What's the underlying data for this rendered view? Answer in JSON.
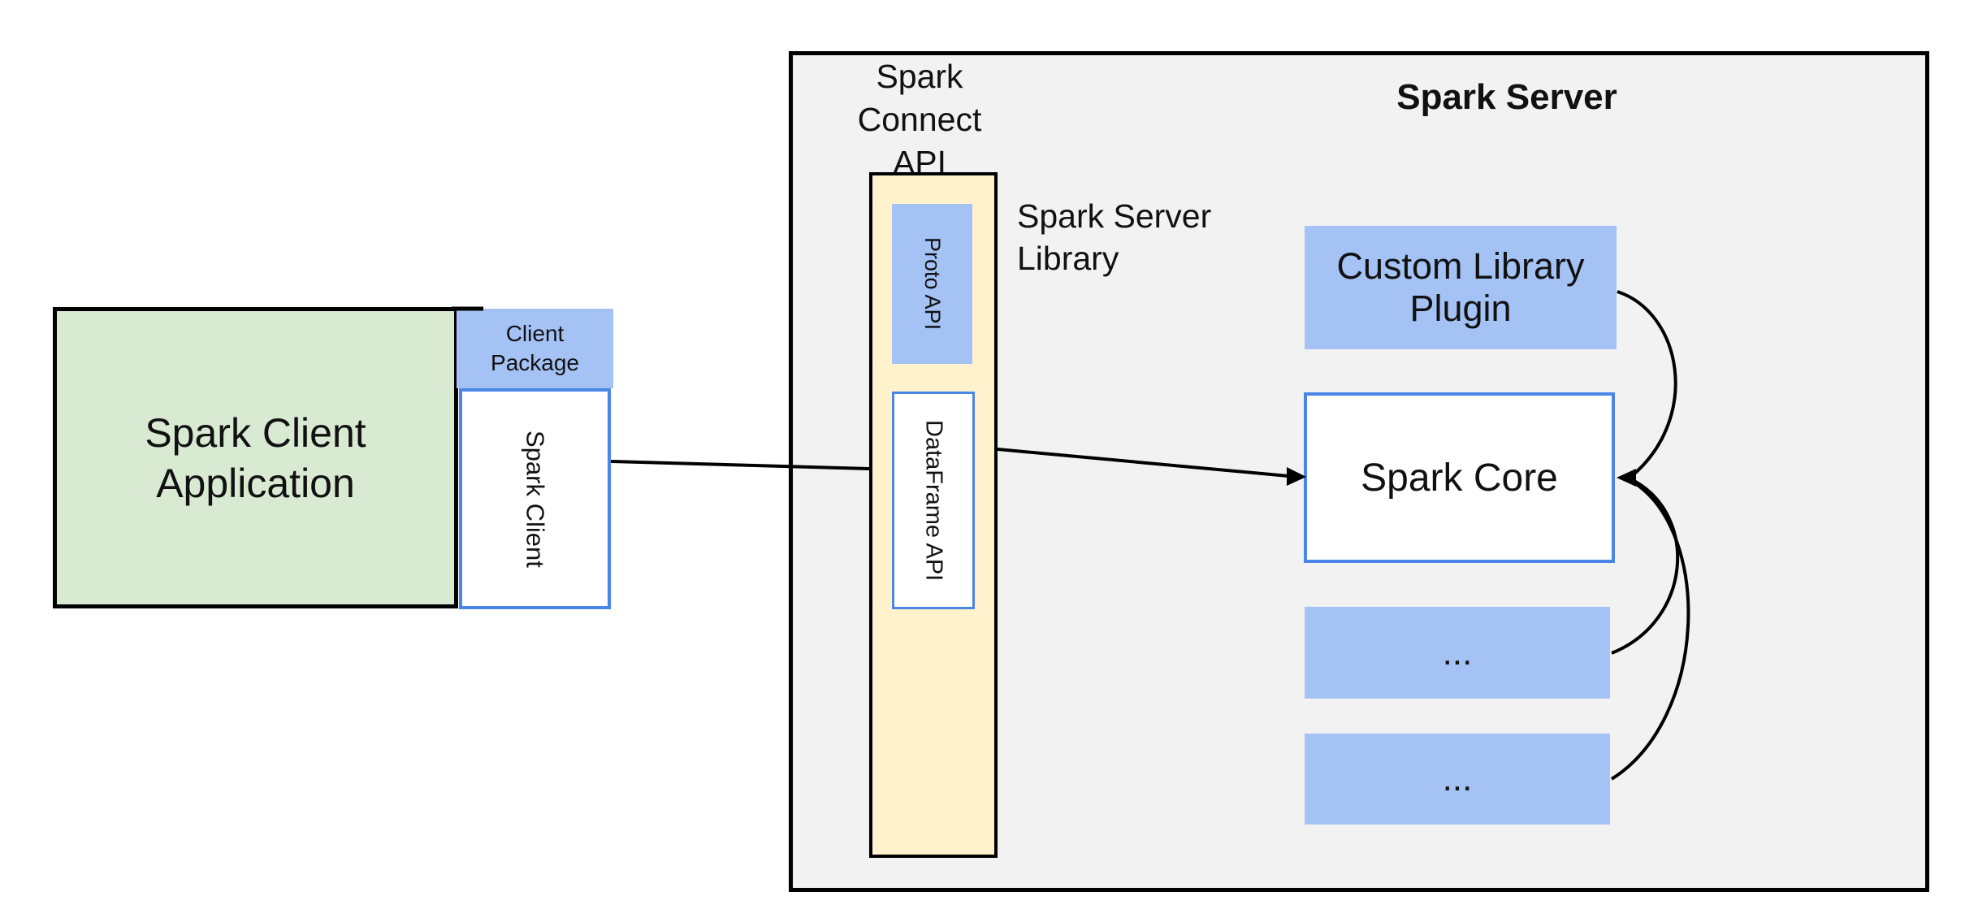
{
  "colors": {
    "canvas_bg": "#ffffff",
    "server_panel_bg": "#f2f2f2",
    "green_fill": "#d9ead3",
    "blue_fill": "#a4c2f4",
    "yellow_fill": "#fff2cc",
    "blue_border": "#4a86e8",
    "line_black": "#000000",
    "text_color": "#111111"
  },
  "client": {
    "app_line1": "Spark Client",
    "app_line2": "Application",
    "package_line1": "Client",
    "package_line2": "Package",
    "spark_client_label": "Spark Client"
  },
  "connect": {
    "api_line1": "Spark Connect",
    "api_line2": "API",
    "proto_label": "Proto API",
    "dataframe_label": "DataFrame API",
    "library_line1": "Spark Server",
    "library_line2": "Library"
  },
  "server": {
    "title": "Spark Server",
    "plugin_label": "Custom Library Plugin",
    "core_label": "Spark Core",
    "slot1_label": "...",
    "slot2_label": "..."
  }
}
